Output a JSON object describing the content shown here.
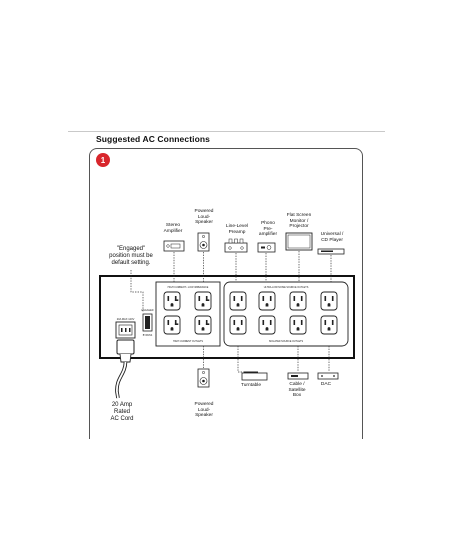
{
  "title": "Suggested AC Connections",
  "step_number": "1",
  "note": "\"Engaged\"\nposition must be\ndefault setting.",
  "devices_top": {
    "stereo_amplifier": "Stereo\nAmplifier",
    "powered_speaker_top": "Powered\nLoud-\nSpeaker",
    "line_level_preamp": "Line-Level\nPreamp",
    "phono_preamp": "Phono\nPre-\namplifier",
    "flat_screen": "Flat Screen\nMonitor /\nProjector",
    "universal_player": "Universal /\nCD Player"
  },
  "devices_bottom": {
    "powered_speaker_bottom": "Powered\nLoud-\nSpeaker",
    "turntable": "Turntable",
    "cable_box": "Cable /\nSatellite\nBox",
    "dac": "DAC"
  },
  "ac_cord": "20 Amp\nRated\nAC Cord",
  "colors": {
    "badge": "#d8262c",
    "panel": "#ffffff",
    "line": "#222222"
  }
}
